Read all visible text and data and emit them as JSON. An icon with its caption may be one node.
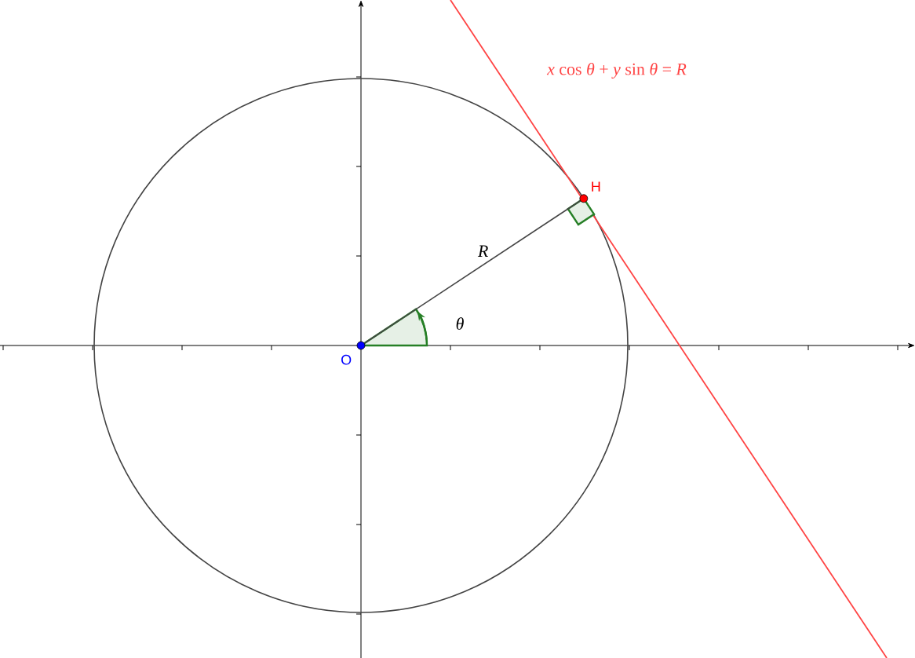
{
  "diagram": {
    "nodes": [
      {
        "text": [],
        "shape": "circle",
        "beside": [
          "O"
        ]
      },
      {
        "text": [],
        "shape": "circle",
        "beside": [
          "H"
        ]
      }
    ],
    "edges": [
      {
        "from": 0,
        "to": 1,
        "arrow": "none",
        "label": "R"
      }
    ],
    "labels": [
      "*x* cos *θ* + *y* sin *θ* = *R*",
      "θ"
    ]
  }
}
